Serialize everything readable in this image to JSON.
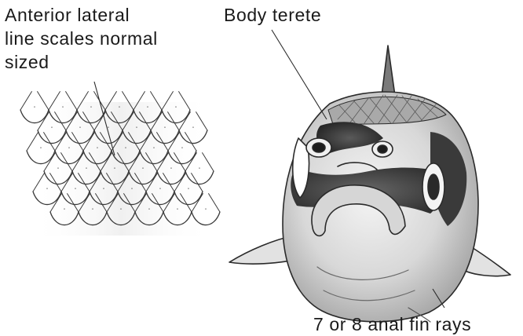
{
  "labels": {
    "scales": [
      "Anterior lateral",
      "line scales normal",
      "sized"
    ],
    "body": "Body terete",
    "anal": "7 or 8 anal fin rays"
  },
  "colors": {
    "ink": "#1a1a1a",
    "pencil": "#3a3a3a",
    "shade_dark": "#2e2e2e",
    "shade_mid": "#8a8a8a",
    "shade_light": "#cfcfcf",
    "paper": "#ffffff"
  }
}
